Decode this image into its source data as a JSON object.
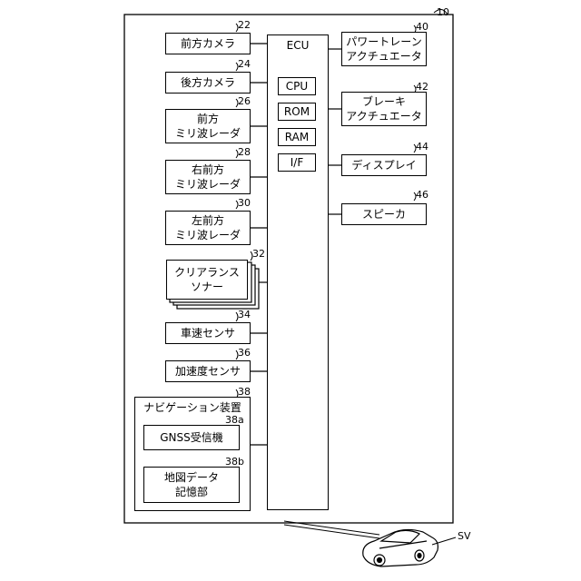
{
  "system": {
    "ref": "10"
  },
  "ecu": {
    "title": "ECU",
    "blocks": {
      "cpu": "CPU",
      "rom": "ROM",
      "ram": "RAM",
      "if": "I/F"
    }
  },
  "inputs": {
    "front_camera": {
      "label": "前方カメラ",
      "ref": "22"
    },
    "rear_camera": {
      "label": "後方カメラ",
      "ref": "24"
    },
    "front_radar": {
      "label": "前方\nミリ波レーダ",
      "ref": "26"
    },
    "right_front_radar": {
      "label": "右前方\nミリ波レーダ",
      "ref": "28"
    },
    "left_front_radar": {
      "label": "左前方\nミリ波レーダ",
      "ref": "30"
    },
    "clearance_sonar": {
      "label": "クリアランス\nソナー",
      "ref": "32"
    },
    "speed_sensor": {
      "label": "車速センサ",
      "ref": "34"
    },
    "accel_sensor": {
      "label": "加速度センサ",
      "ref": "36"
    }
  },
  "navigation": {
    "label": "ナビゲーション装置",
    "ref": "38",
    "gnss": {
      "label": "GNSS受信機",
      "ref": "38a"
    },
    "map": {
      "label": "地図データ\n記憶部",
      "ref": "38b"
    }
  },
  "outputs": {
    "powertrain": {
      "label": "パワートレーン\nアクチュエータ",
      "ref": "40"
    },
    "brake": {
      "label": "ブレーキ\nアクチュエータ",
      "ref": "42"
    },
    "display": {
      "label": "ディスプレイ",
      "ref": "44"
    },
    "speaker": {
      "label": "スピーカ",
      "ref": "46"
    }
  },
  "vehicle": {
    "ref": "SV"
  }
}
